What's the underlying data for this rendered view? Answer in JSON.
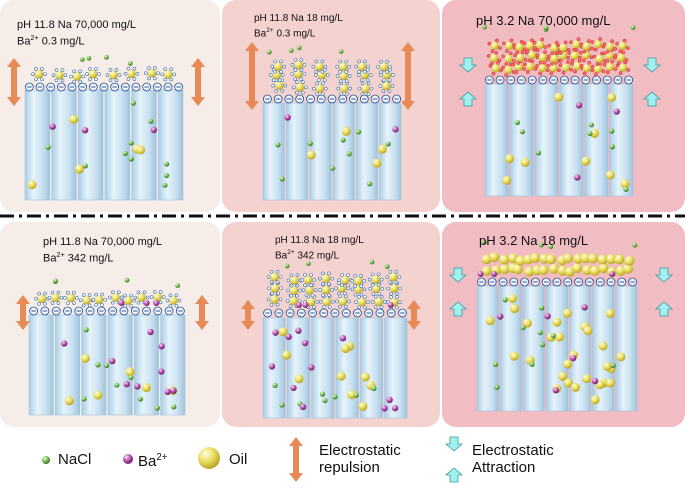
{
  "panels": [
    {
      "line1": "pH 11.8 Na 70,000 mg/L",
      "line2_ion": "Ba",
      "line2_charge": "2+",
      "line2_value": "0.3 mg/L"
    },
    {
      "line1": "pH 11.8 Na 18 mg/L",
      "line2_ion": "Ba",
      "line2_charge": "2+",
      "line2_value": "0.3 mg/L"
    },
    {
      "line1": "pH 3.2  Na 70,000 mg/L",
      "line2_ion": "",
      "line2_charge": "",
      "line2_value": ""
    },
    {
      "line1": "pH 11.8 Na 70,000 mg/L",
      "line2_ion": "Ba",
      "line2_charge": "2+",
      "line2_value": "342 mg/L"
    },
    {
      "line1": "pH 11.8 Na 18 mg/L",
      "line2_ion": "Ba",
      "line2_charge": "2+",
      "line2_value": "342 mg/L"
    },
    {
      "line1": "pH 3.2   Na 18 mg/L",
      "line2_ion": "",
      "line2_charge": "",
      "line2_value": ""
    }
  ],
  "legend": {
    "nacl": "NaCl",
    "ba_ion": "Ba",
    "ba_charge": "2+",
    "oil": "Oil",
    "repulsion_line1": "Electrostatic",
    "repulsion_line2": "repulsion",
    "attraction_line1": "Electrostatic",
    "attraction_line2": "Attraction"
  },
  "colors": {
    "panel_left": "#f6ece8",
    "panel_mid": "#f4d2cf",
    "panel_right": "#f1bcc2",
    "pore": "#cfe4f2",
    "pore_edge": "#9fc3dc",
    "nacl": "#6bb24a",
    "barium": "#b04aa6",
    "oil": "#e9dc5a",
    "repulsion_arrow": "#e88a55",
    "attraction_arrow": "#9ff0ee",
    "divider": "#111111"
  },
  "icons": [
    "repulsion-arrow-icon",
    "attraction-arrow-icon",
    "nacl-ion-icon",
    "barium-ion-icon",
    "oil-droplet-icon"
  ]
}
